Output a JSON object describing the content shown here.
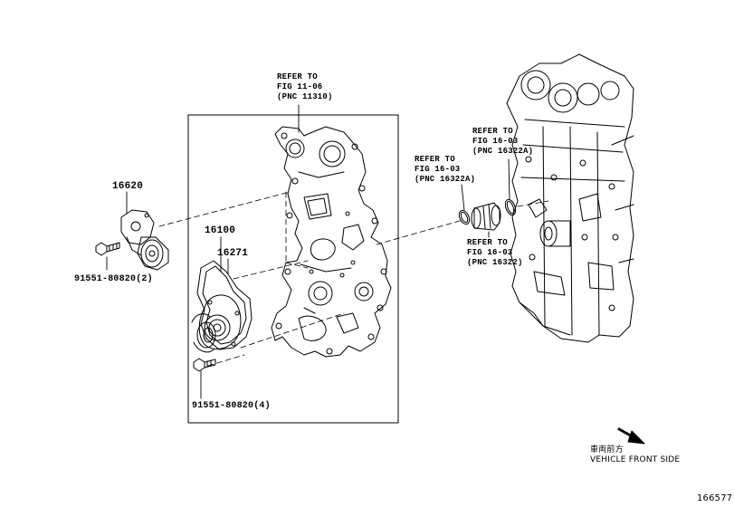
{
  "callouts": {
    "cover_ref": [
      "REFER TO",
      "FIG 11-06",
      "(PNC 11310)"
    ],
    "left_ring_ref": [
      "REFER TO",
      "FIG 16-03",
      "(PNC 16322A)"
    ],
    "right_ring_ref": [
      "REFER TO",
      "FIG 16-03",
      "(PNC 16322A)"
    ],
    "elbow_ref": [
      "REFER TO",
      "FIG 16-03",
      "(PNC 16322)"
    ]
  },
  "parts": {
    "tensioner": "16620",
    "tensioner_bolt": "91551-80820(2)",
    "water_pump": "16100",
    "pump_gasket": "16271",
    "pump_bolt": "91551-80820(4)"
  },
  "orientation": {
    "label_jp": "車両前方",
    "label_en": "VEHICLE FRONT SIDE"
  },
  "figure_number": "166577",
  "colors": {
    "line": "#000000",
    "background": "#ffffff"
  }
}
